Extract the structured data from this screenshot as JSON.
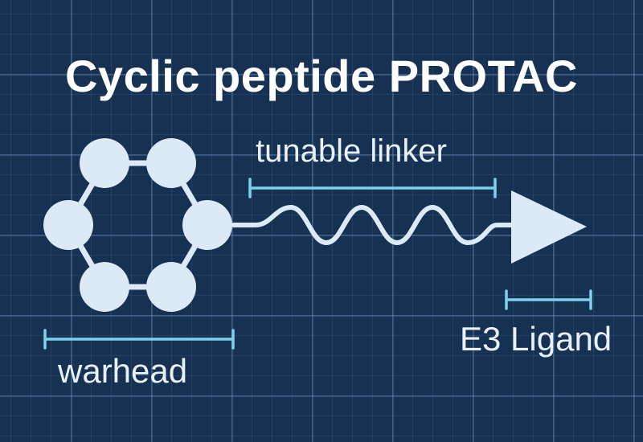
{
  "title": "Cyclic peptide PROTAC",
  "labels": {
    "linker": "tunable linker",
    "warhead": "warhead",
    "ligand": "E3 Ligand"
  },
  "colors": {
    "background": "#173152",
    "node": "#dce9f6",
    "bracket": "#7fd0ea",
    "text": "#e8f0f8"
  },
  "icons": {
    "warhead_shape": "hexagonal-ring-of-circles",
    "linker_shape": "wavy-line",
    "ligand_shape": "triangle-arrowhead"
  }
}
